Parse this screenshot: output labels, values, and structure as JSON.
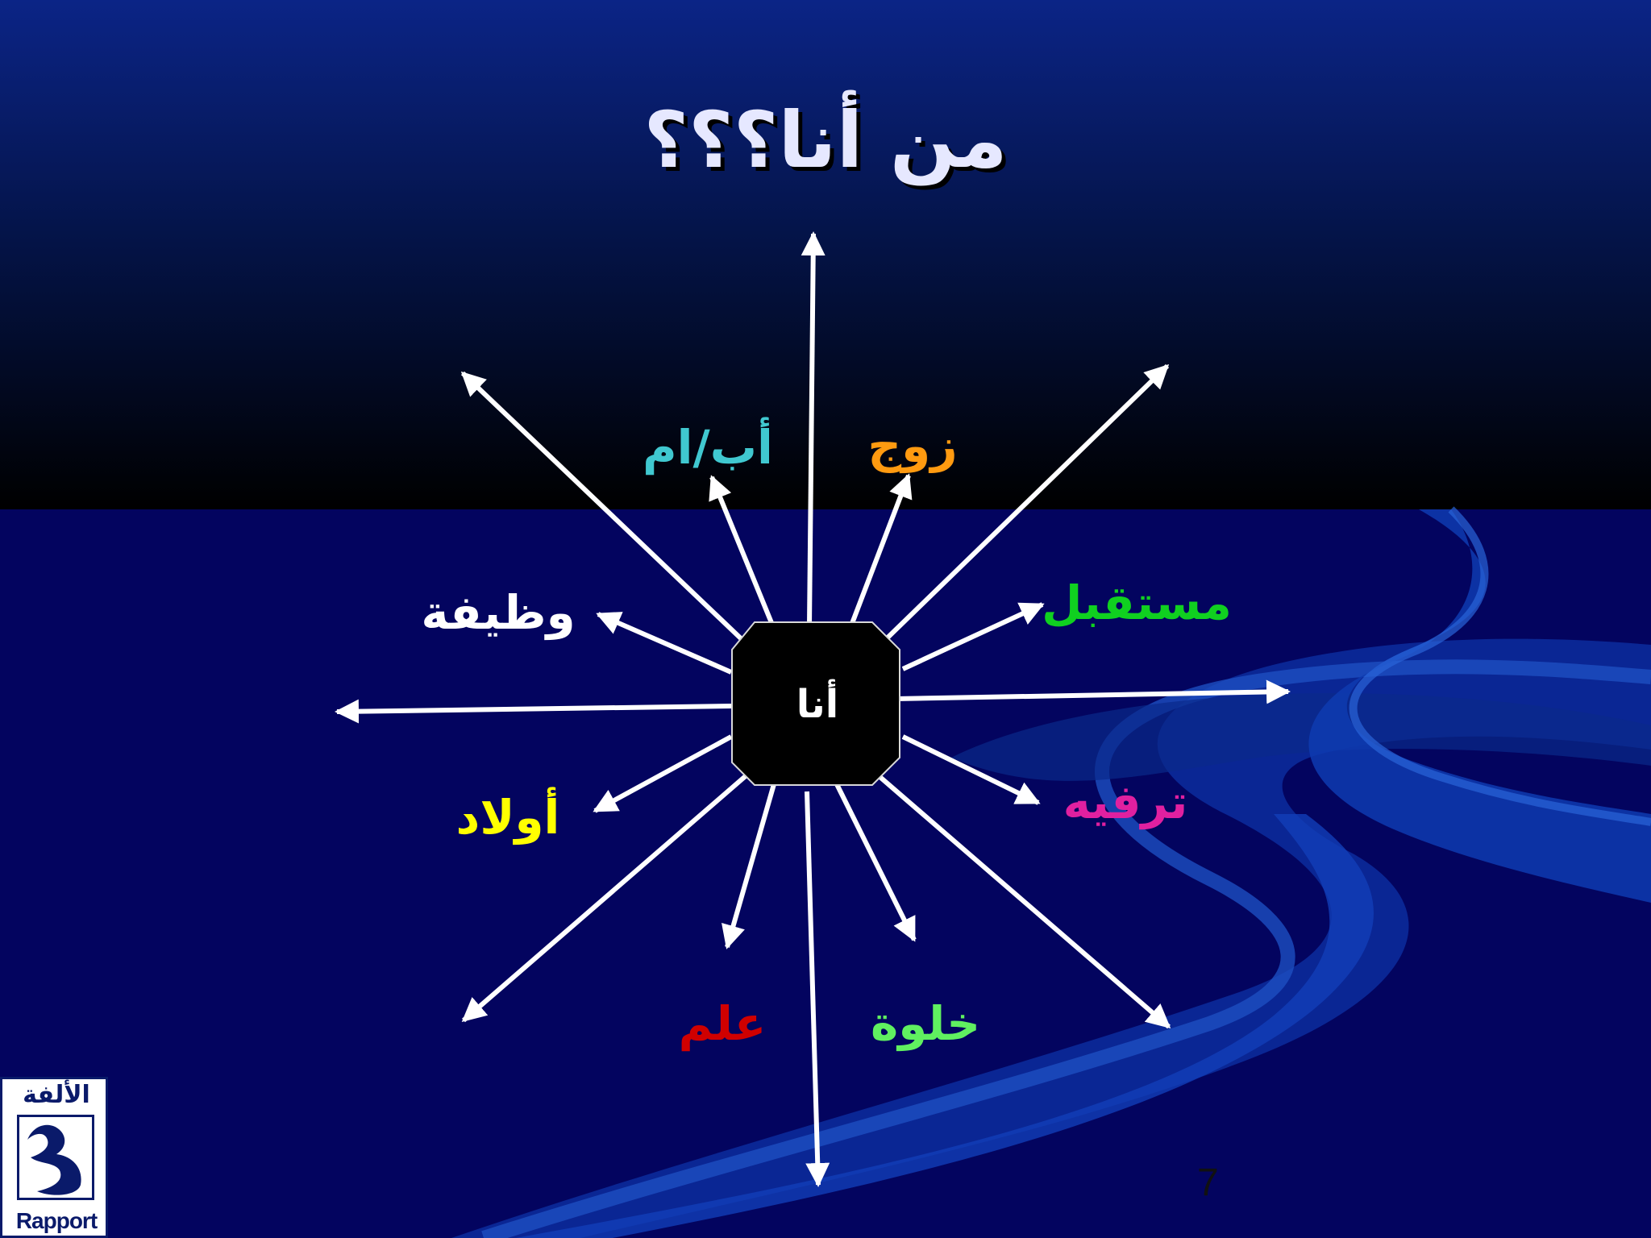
{
  "slide": {
    "title": "من أنا؟؟؟",
    "page_number": "7"
  },
  "diagram": {
    "center_label": "أنا",
    "arrow_count": 16,
    "labels": [
      {
        "key": "parent",
        "text": "أب/ام",
        "color": "#40c8d0"
      },
      {
        "key": "spouse",
        "text": "زوج",
        "color": "#ff9a10"
      },
      {
        "key": "job",
        "text": "وظيفة",
        "color": "#ffffff"
      },
      {
        "key": "future",
        "text": "مستقبل",
        "color": "#10d020"
      },
      {
        "key": "children",
        "text": "أولاد",
        "color": "#ffff00"
      },
      {
        "key": "entertainment",
        "text": "ترفيه",
        "color": "#e020a0"
      },
      {
        "key": "knowledge",
        "text": "علم",
        "color": "#d00000"
      },
      {
        "key": "solitude",
        "text": "خلوة",
        "color": "#60f060"
      }
    ]
  },
  "logo": {
    "arabic": "الألفة",
    "english": "Rapport"
  },
  "colors": {
    "top_background": "#0a1f7a",
    "bottom_background": "#03045f",
    "arrow": "#ffffff",
    "center_box": "#000000"
  }
}
